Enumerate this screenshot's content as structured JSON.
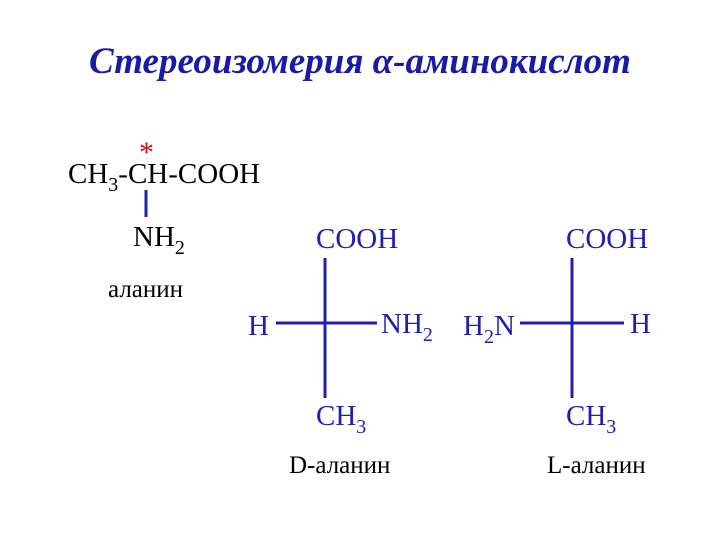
{
  "title": "Стереоизомерия α-аминокислот",
  "colors": {
    "title": "#1a1aa8",
    "formula_bonds": "#2020b0",
    "chiral_marker": "#d01010",
    "text": "#000000"
  },
  "alanine": {
    "ch3_left": "CH",
    "ch3_sub": "3",
    "dash": "-",
    "ch_cooh": "CH-COOH",
    "chiral_marker": "*",
    "nh_main": "NH",
    "nh_sub": "2",
    "caption": "аланин"
  },
  "d_alanine": {
    "top": "COOH",
    "left": "H",
    "right_main": "NH",
    "right_sub": "2",
    "bottom_main": "CH",
    "bottom_sub": "3",
    "caption": "D-аланин"
  },
  "l_alanine": {
    "top": "COOH",
    "left_h": "H",
    "left_sub": "2",
    "left_n": "N",
    "right": "H",
    "bottom_main": "CH",
    "bottom_sub": "3",
    "caption": "L-аланин"
  }
}
